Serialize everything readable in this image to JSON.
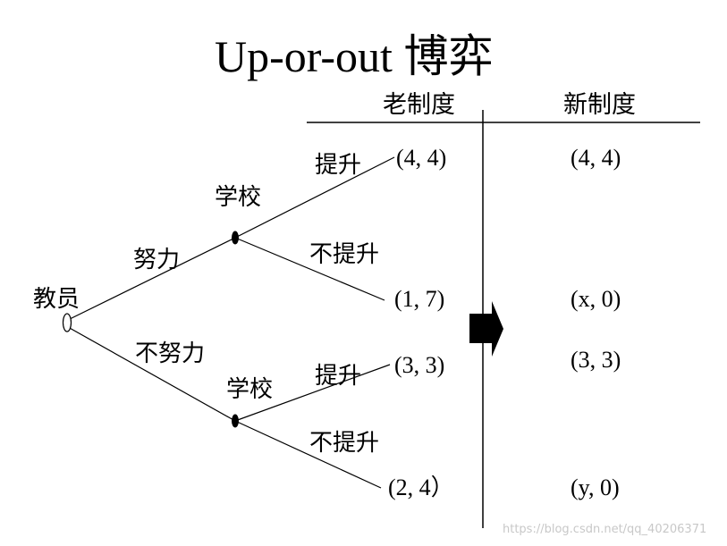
{
  "title": "Up-or-out 博弈",
  "headers": {
    "old_system": "老制度",
    "new_system": "新制度"
  },
  "tree": {
    "root_player": "教员",
    "actions_teacher": {
      "effort": "努力",
      "no_effort": "不努力"
    },
    "school_upper": "学校",
    "school_lower": "学校",
    "upper_branches": {
      "promote": "提升",
      "not_promote": "不提升"
    },
    "lower_branches": {
      "promote": "提升",
      "not_promote": "不提升"
    }
  },
  "payoffs_old": [
    "(4, 4)",
    "(1, 7)",
    "(3, 3)",
    "(2, 4）"
  ],
  "payoffs_new": [
    "(4, 4)",
    "(x, 0)",
    "(3, 3)",
    "(y, 0)"
  ],
  "watermark": "https://blog.csdn.net/qq_40206371",
  "colors": {
    "ink": "#000000",
    "background": "#ffffff",
    "watermark": "#c8c8c8"
  }
}
